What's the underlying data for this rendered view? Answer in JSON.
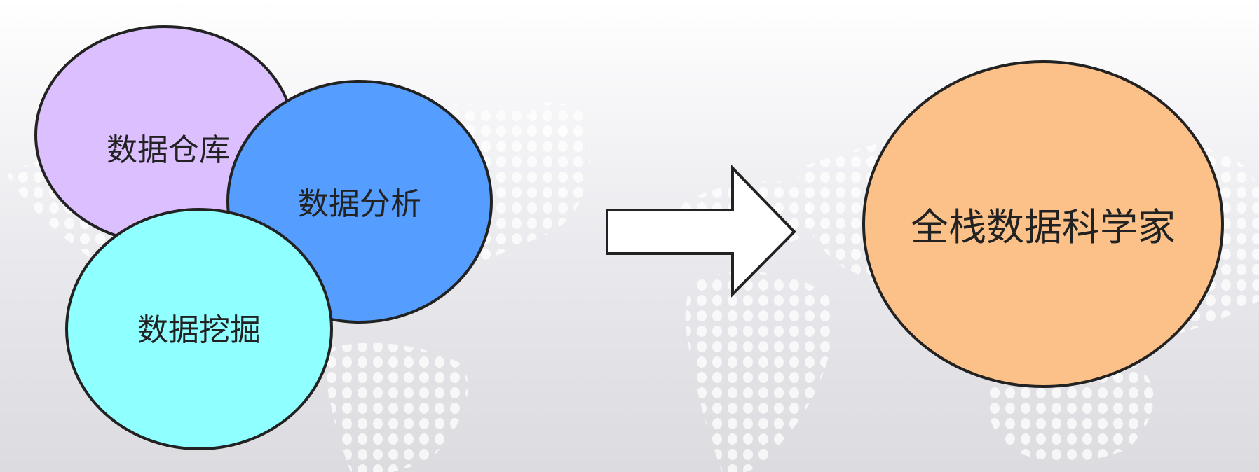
{
  "diagram": {
    "inputs": [
      {
        "label": "数据仓库",
        "color": "#dbbfff"
      },
      {
        "label": "数据分析",
        "color": "#559dff"
      },
      {
        "label": "数据挖掘",
        "color": "#8fffff"
      }
    ],
    "arrow": {
      "fill": "#ffffff",
      "stroke": "#222222",
      "direction": "right"
    },
    "output": {
      "label": "全栈数据科学家",
      "color": "#fcc189"
    },
    "outline_color": "#222222",
    "background": "light gray gradient with dotted world map"
  }
}
